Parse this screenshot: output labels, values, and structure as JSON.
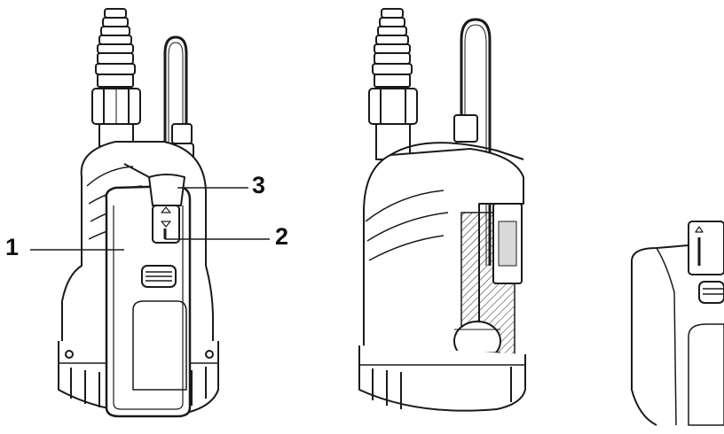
{
  "callouts": [
    {
      "id": "1",
      "label": "1"
    },
    {
      "id": "2",
      "label": "2"
    },
    {
      "id": "3",
      "label": "3"
    }
  ],
  "colors": {
    "ink": "#1a1a1a",
    "shade": "#d9d9d9",
    "background": "#ffffff"
  },
  "icons": [
    "submersible-pump-front-view",
    "submersible-pump-cutaway-view",
    "pump-handle-detail-view"
  ]
}
